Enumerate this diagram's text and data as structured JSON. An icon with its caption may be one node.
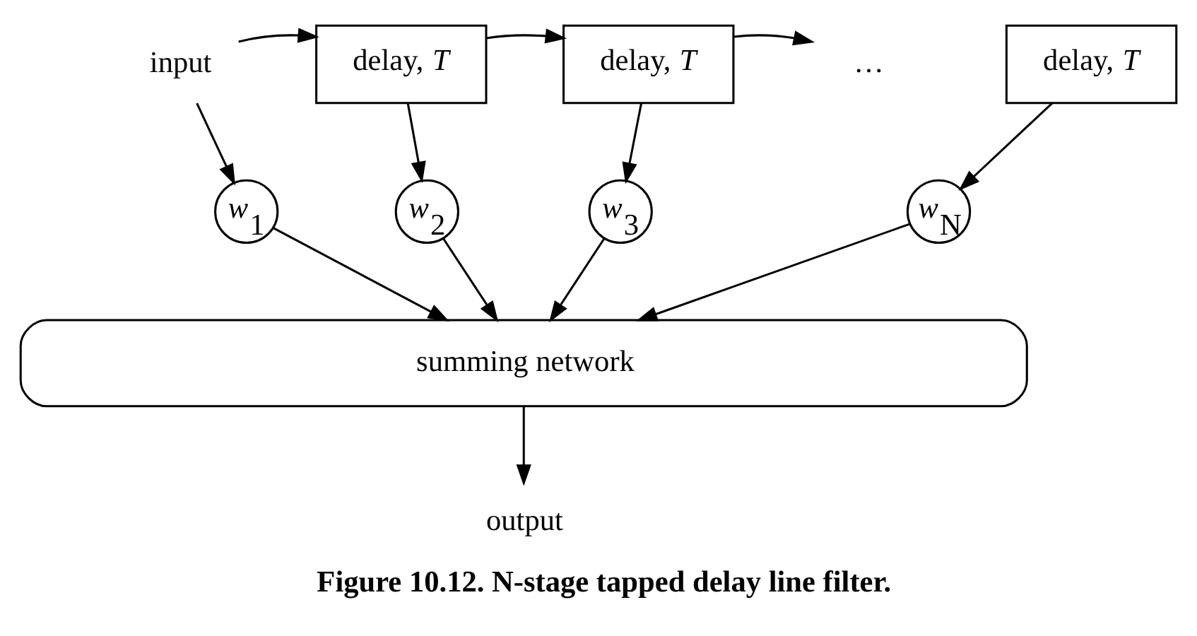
{
  "diagram": {
    "caption": "Figure 10.12. N-stage tapped delay line filter.",
    "nodes": [
      {
        "text": [
          "input"
        ]
      },
      {
        "text": [
          "delay, *T*"
        ]
      },
      {
        "text": [
          "delay, *T*"
        ]
      },
      {
        "text": [
          "…"
        ]
      },
      {
        "text": [
          "delay, *T*"
        ]
      },
      {
        "text": [
          "*w*$_{1}$"
        ]
      },
      {
        "text": [
          "*w*$_{2}$"
        ]
      },
      {
        "text": [
          "*w*$_{3}$"
        ]
      },
      {
        "text": [
          "*w*$_{N}$"
        ]
      },
      {
        "text": [
          "summing network"
        ]
      },
      {
        "text": [
          "output"
        ]
      }
    ],
    "edges": [
      {
        "from": 0,
        "to": 1,
        "arrow": "to"
      },
      {
        "from": 0,
        "to": 5,
        "arrow": "to"
      },
      {
        "from": 1,
        "to": 2,
        "arrow": "to"
      },
      {
        "from": 1,
        "to": 6,
        "arrow": "to"
      },
      {
        "from": 2,
        "to": 3,
        "arrow": "to"
      },
      {
        "from": 2,
        "to": 7,
        "arrow": "to"
      },
      {
        "from": 4,
        "to": 8,
        "arrow": "to"
      },
      {
        "from": 5,
        "to": 9,
        "arrow": "to"
      },
      {
        "from": 6,
        "to": 9,
        "arrow": "to"
      },
      {
        "from": 7,
        "to": 9,
        "arrow": "to"
      },
      {
        "from": 8,
        "to": 9,
        "arrow": "to"
      },
      {
        "from": 9,
        "to": 10,
        "arrow": "to"
      }
    ]
  }
}
